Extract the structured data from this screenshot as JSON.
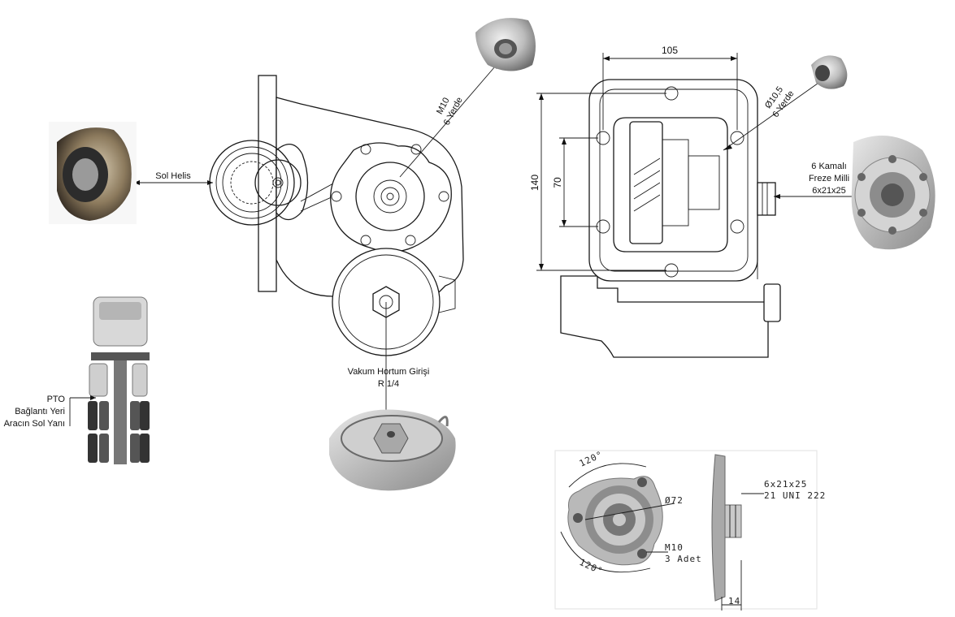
{
  "side_view": {
    "gear_label": "Sol Helis",
    "mount_thread_line1": "M10",
    "mount_thread_line2": "6 Yerde",
    "vacuum_line1": "Vakum Hortum Girişi",
    "vacuum_line2": "R 1/4"
  },
  "front_view": {
    "dim_width": "105",
    "dim_height_outer": "140",
    "dim_height_inner": "70",
    "hole_line1": "Ø10,5",
    "hole_line2": "6 Yerde",
    "shaft_line1": "6 Kamalı",
    "shaft_line2": "Freze Milli",
    "shaft_line3": "6x21x25"
  },
  "truck_note": {
    "line1": "PTO",
    "line2": "Bağlantı Yeri",
    "line3": "Aracın Sol Yanı"
  },
  "flange_view": {
    "angle_top": "120°",
    "angle_bottom": "120°",
    "diameter": "Ø72",
    "bolt_line1": "M10",
    "bolt_line2": "3 Adet",
    "spline_line1": "6x21x25",
    "spline_line2": "21 UNI 222",
    "offset": "14"
  }
}
